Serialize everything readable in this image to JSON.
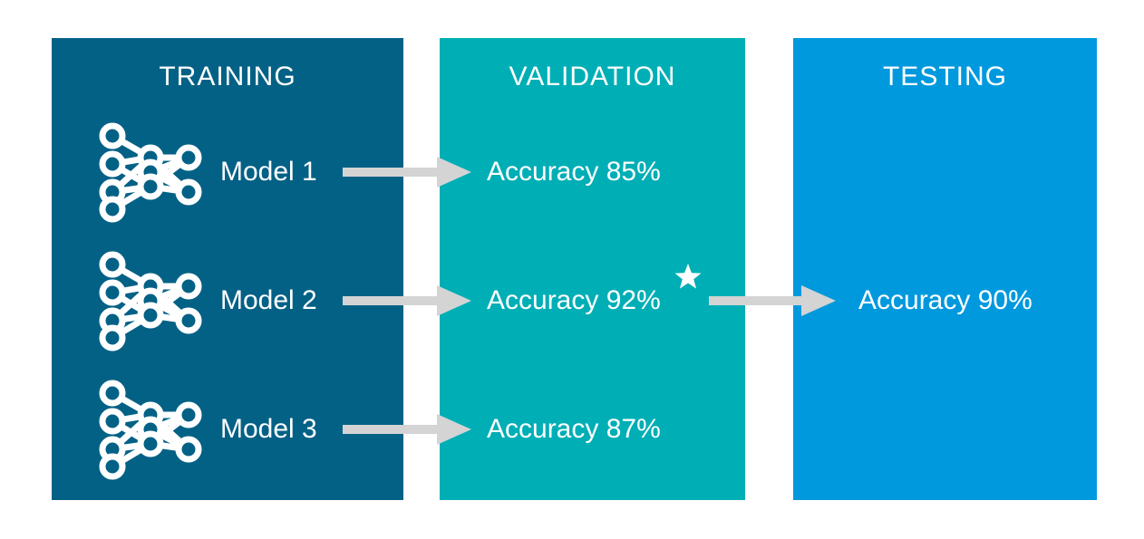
{
  "diagram": {
    "title_training": "TRAINING",
    "title_validation": "VALIDATION",
    "title_testing": "TESTING",
    "colors": {
      "training_panel": "#046186",
      "validation_panel": "#00AEB5",
      "testing_panel": "#0099DD",
      "arrow": "#D4D4D4",
      "text": "#FFFFFF",
      "background": "#FFFFFF"
    },
    "rows": [
      {
        "model_label": "Model 1",
        "validation_accuracy": "Accuracy 85%",
        "starred": false,
        "testing_accuracy": ""
      },
      {
        "model_label": "Model 2",
        "validation_accuracy": "Accuracy 92%",
        "starred": true,
        "testing_accuracy": "Accuracy 90%"
      },
      {
        "model_label": "Model 3",
        "validation_accuracy": "Accuracy 87%",
        "starred": false,
        "testing_accuracy": ""
      }
    ],
    "icons": {
      "neural_network": "neural-network-icon",
      "star": "star-icon",
      "arrow": "arrow-right-icon"
    },
    "network_structure": {
      "input_nodes": 4,
      "hidden_nodes": 3,
      "output_nodes": 2
    }
  }
}
